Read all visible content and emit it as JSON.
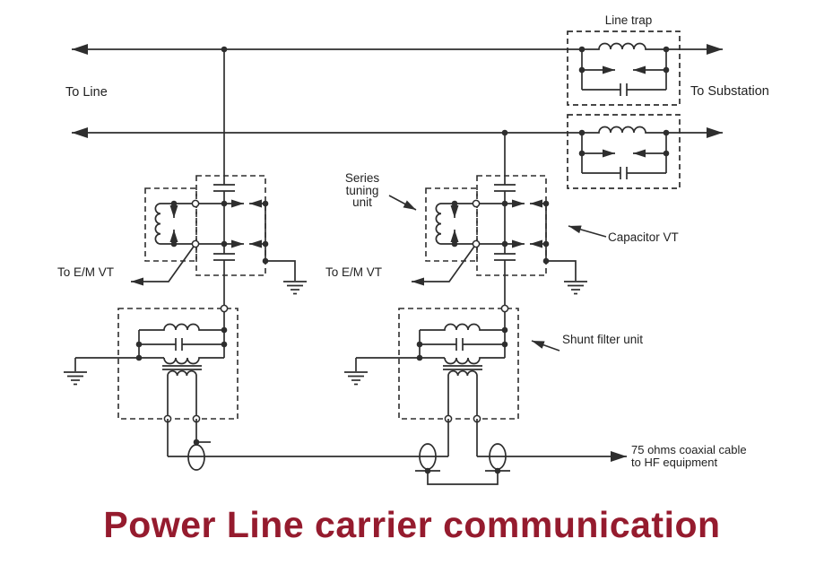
{
  "title": {
    "text": "Power Line carrier communication",
    "color": "#951B2E"
  },
  "labels": {
    "to_line": "To Line",
    "to_substation": "To Substation",
    "line_trap": "Line trap",
    "series_tuning": [
      "Series",
      "tuning",
      "unit"
    ],
    "capacitor_vt": "Capacitor VT",
    "to_em_vt": "To E/M VT",
    "shunt_filter": "Shunt filter unit",
    "coax_line1": "75 ohms coaxial cable",
    "coax_line2": "to HF equipment"
  },
  "colors": {
    "wire": "#2e2e2e",
    "background": "#ffffff",
    "title": "#951B2E"
  }
}
